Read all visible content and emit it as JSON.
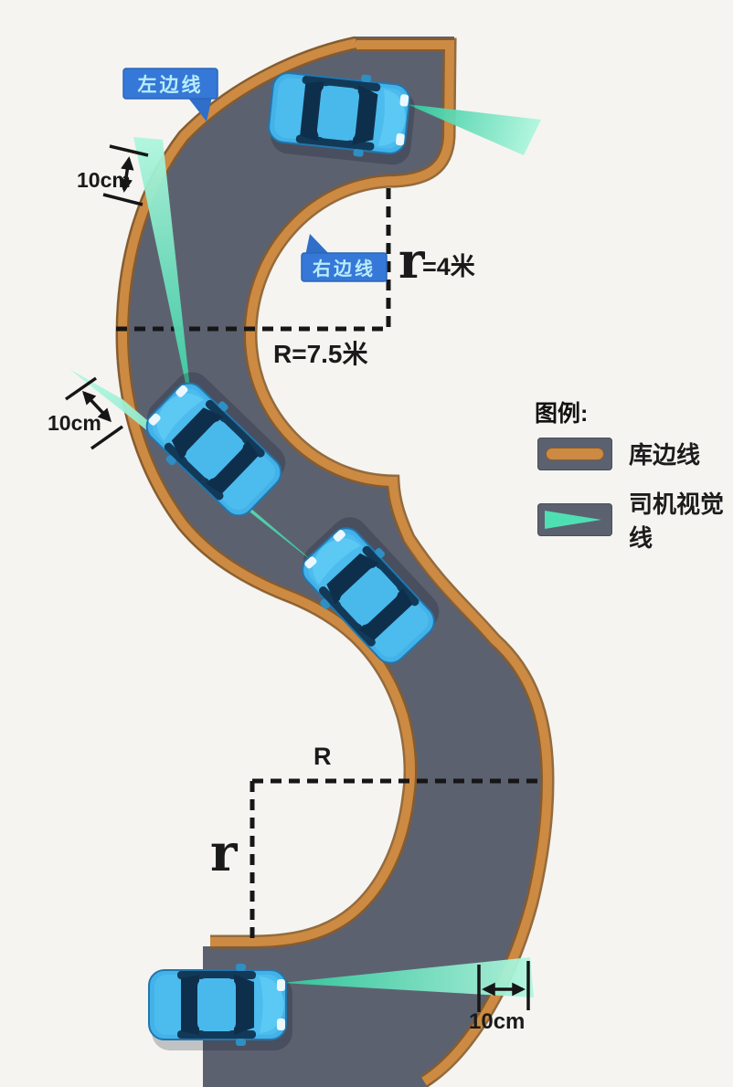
{
  "figure": {
    "type": "driving-test-s-curve-diagram",
    "cars_on_course": 4
  },
  "tags": {
    "left_edge": "左边线",
    "right_edge": "右边线"
  },
  "measurements": {
    "top_inner_radius_symbol": "r",
    "top_inner_radius_value": "=4米",
    "top_outer_radius_label": "R=7.5米",
    "bottom_outer_radius_symbol": "R",
    "bottom_inner_radius_symbol": "r",
    "clearance_top": "10cm",
    "clearance_middle": "10cm",
    "clearance_bottom": "10cm"
  },
  "legend": {
    "title": "图例:",
    "items": [
      {
        "id": "curb-line",
        "label": "库边线",
        "swatch_color": "#cd8a43"
      },
      {
        "id": "driver-sight-line",
        "label": "司机视觉线",
        "swatch_color": "#4ee0b2"
      }
    ]
  },
  "colors": {
    "background": "#f5f4f1",
    "road": "#5c6170",
    "curb_line": "#cd8a43",
    "curb_line_rim": "#8a5c28",
    "sight_cone_start": "#2ec89b",
    "sight_cone_end": "#b0f6de",
    "car_body": "#43b2e8",
    "car_glass": "#0e2f4c",
    "tag_background": "#3578d8",
    "tag_text": "#b9ecfb",
    "measure_line": "#161616"
  }
}
